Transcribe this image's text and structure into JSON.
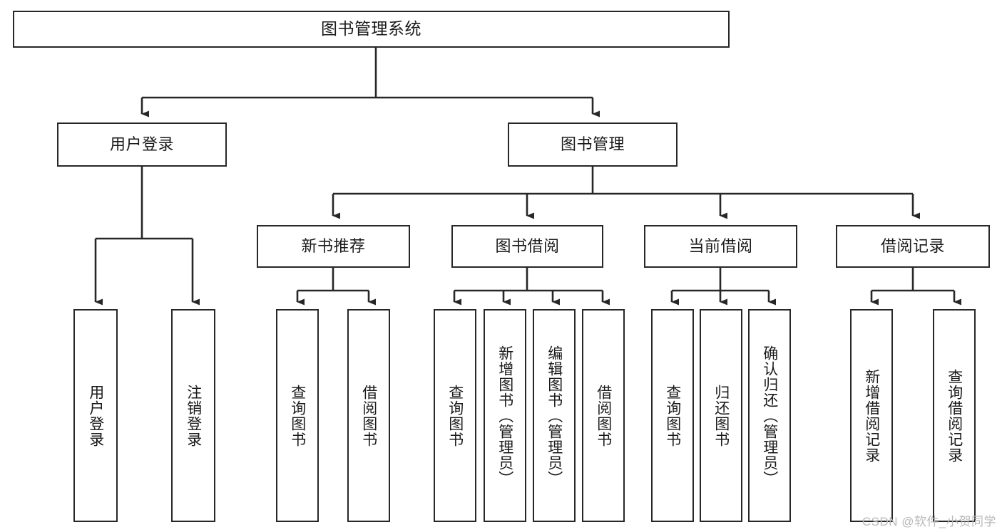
{
  "diagram": {
    "title": "图书管理系统",
    "type": "tree-hierarchy-chart",
    "watermark": "CSDN @软件_小贺同学",
    "colors": {
      "stroke": "#272727",
      "fill": "#ffffff",
      "text": "#1a1a1a",
      "watermark": "#b9b9b9"
    },
    "root": {
      "label": "图书管理系统"
    },
    "level1": [
      {
        "label": "用户登录"
      },
      {
        "label": "图书管理"
      }
    ],
    "level2": [
      {
        "label": "新书推荐"
      },
      {
        "label": "图书借阅"
      },
      {
        "label": "当前借阅"
      },
      {
        "label": "借阅记录"
      }
    ],
    "leaves": {
      "user_login": [
        {
          "label": "用户登录"
        },
        {
          "label": "注销登录"
        }
      ],
      "new_book_recommend": [
        {
          "label": "查询图书"
        },
        {
          "label": "借阅图书"
        }
      ],
      "book_borrow": [
        {
          "label": "查询图书"
        },
        {
          "label": "新增图书（管理员）"
        },
        {
          "label": "编辑图书（管理员）"
        },
        {
          "label": "借阅图书"
        }
      ],
      "current_borrow": [
        {
          "label": "查询图书"
        },
        {
          "label": "归还图书"
        },
        {
          "label": "确认归还（管理员）"
        }
      ],
      "borrow_record": [
        {
          "label": "新增借阅记录"
        },
        {
          "label": "查询借阅记录"
        }
      ]
    }
  }
}
